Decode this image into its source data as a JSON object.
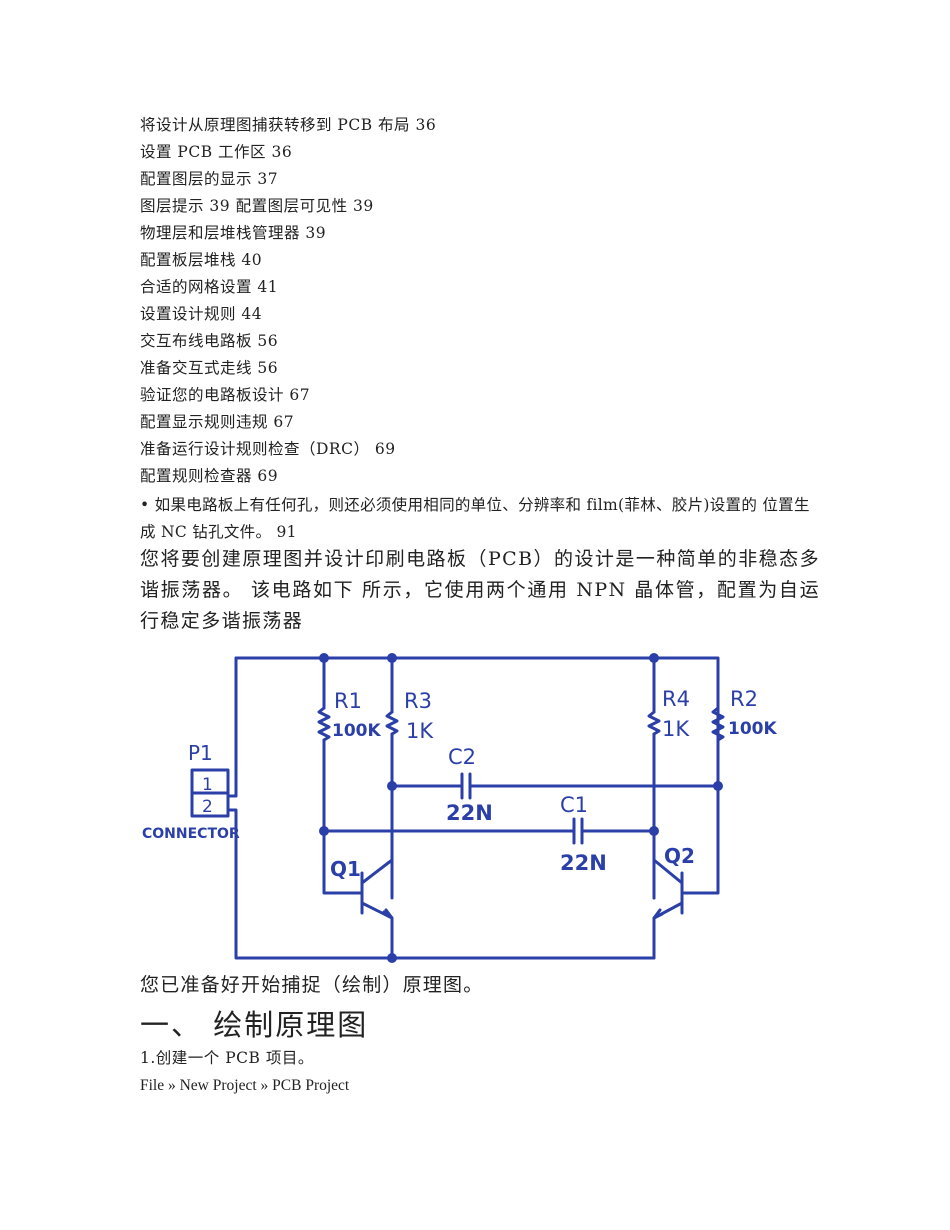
{
  "toc": [
    "将设计从原理图捕获转移到 PCB 布局 36",
    "设置 PCB 工作区 36",
    "配置图层的显示 37",
    "图层提示 39 配置图层可见性 39",
    "物理层和层堆栈管理器 39",
    "配置板层堆栈 40",
    "合适的网格设置 41",
    "设置设计规则 44",
    "交互布线电路板 56",
    "准备交互式走线 56",
    "验证您的电路板设计 67",
    "配置显示规则违规 67",
    "准备运行设计规则检查（DRC） 69",
    "配置规则检查器 69"
  ],
  "note": "• 如果电路板上有任何孔，则还必须使用相同的单位、分辨率和 film(菲林、胶片)设置的 位置生成 NC 钻孔文件。 91",
  "intro": "您将要创建原理图并设计印刷电路板（PCB）的设计是一种简单的非稳态多谐振荡器。 该电路如下 所示，它使用两个通用 NPN 晶体管，配置为自运行稳定多谐振荡器",
  "schematic": {
    "wire_color": "#2b3fa8",
    "labels": {
      "p1": "P1",
      "pin1": "1",
      "pin2": "2",
      "connector": "CONNECTOR",
      "r1": "R1",
      "r1_val": "100K",
      "r3": "R3",
      "r3_val": "1K",
      "r4": "R4",
      "r4_val": "1K",
      "r2": "R2",
      "r2_val": "100K",
      "c2": "C2",
      "c2_val": "22N",
      "c1": "C1",
      "c1_val": "22N",
      "q1": "Q1",
      "q2": "Q2"
    }
  },
  "ready": "您已准备好开始捕捉（绘制）原理图。",
  "heading": "一、 绘制原理图",
  "step1": "1.创建一个 PCB 项目。",
  "menu_path": "File » New Project » PCB Project"
}
